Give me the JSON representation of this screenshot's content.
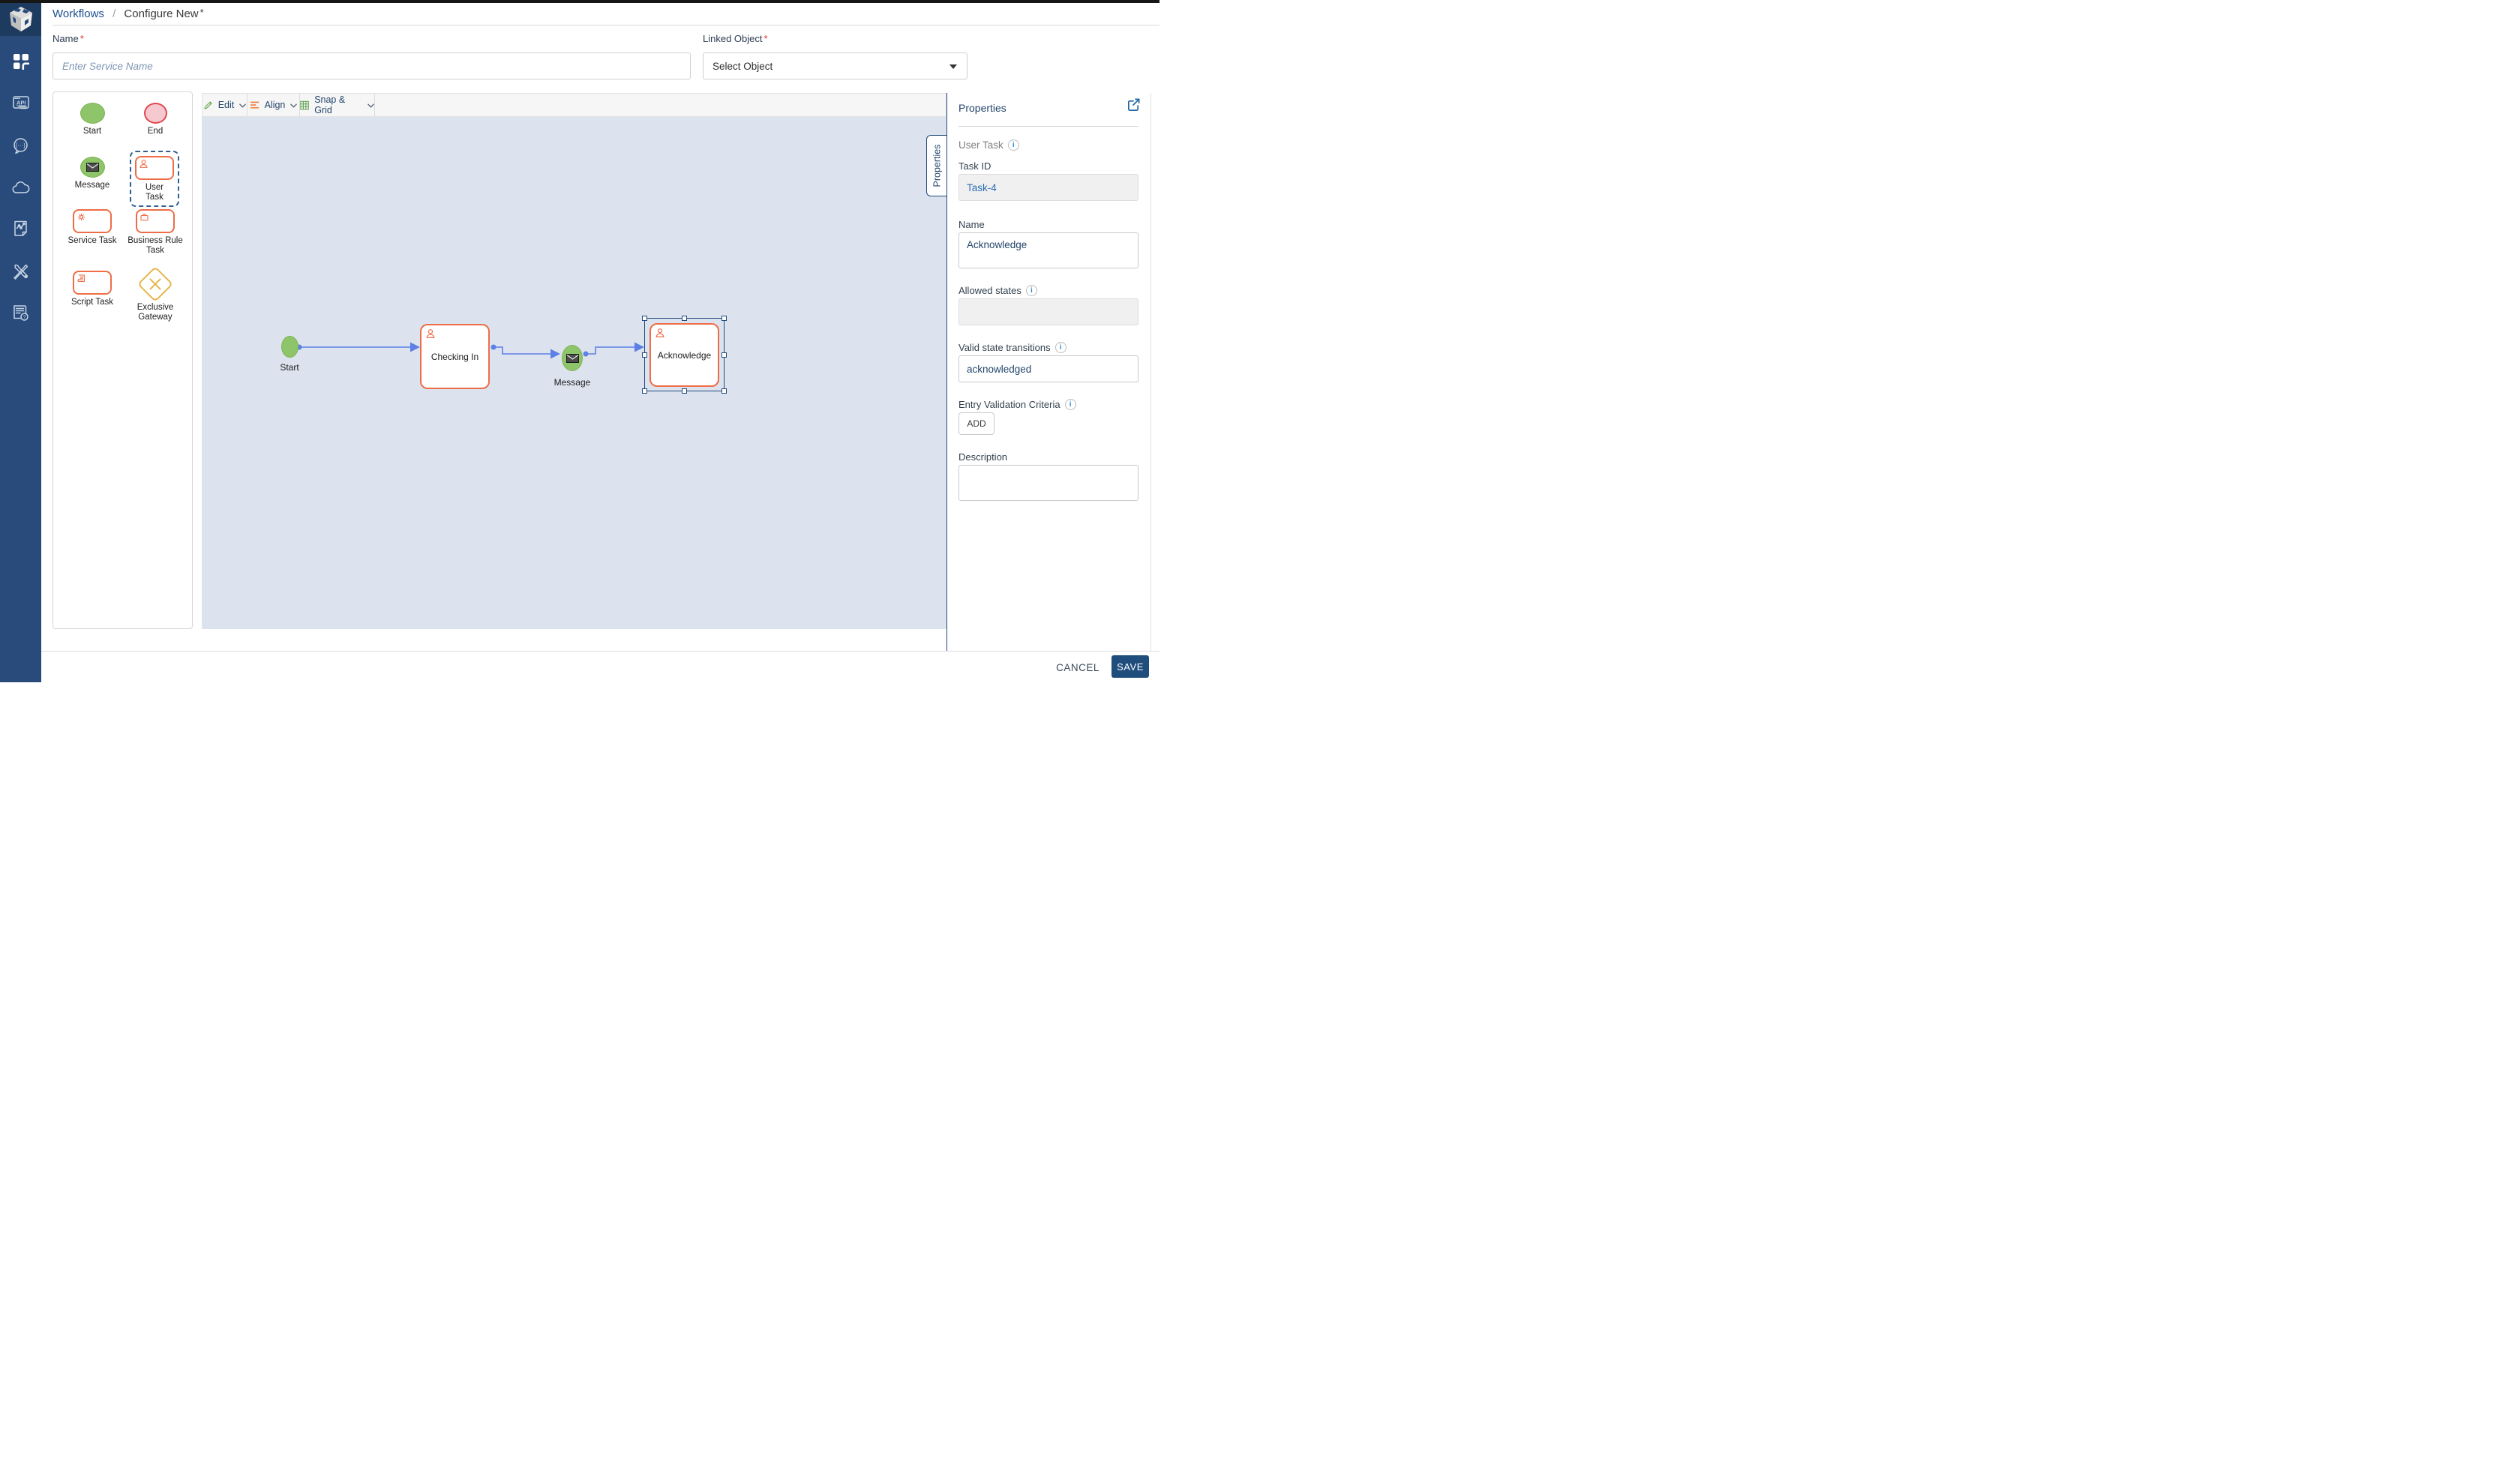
{
  "colors": {
    "sidebar_bg": "#284b7c",
    "sidebar_logo_bg": "#1d3a5f",
    "accent_orange": "#ee6d47",
    "node_green": "#8ec46a",
    "end_pink": "#f6c9d0",
    "end_red_border": "#e0474e",
    "gateway_yellow": "#e7b54c",
    "connector_blue": "#5c80e6",
    "selection_navy": "#1f4a7a",
    "link_blue": "#1d4f8c",
    "canvas_bg": "#dde3ee",
    "save_bg": "#1f4d7c",
    "task_id_text": "#2c6cb5"
  },
  "sidebar": {
    "logo_icon": "cube-globe-logo",
    "items": [
      {
        "icon": "dashboard-grid-icon"
      },
      {
        "icon": "api-icon"
      },
      {
        "icon": "chat-code-icon"
      },
      {
        "icon": "cloud-icon"
      },
      {
        "icon": "report-chart-icon"
      },
      {
        "icon": "tools-icon"
      },
      {
        "icon": "faq-list-icon"
      }
    ]
  },
  "breadcrumb": {
    "section": "Workflows",
    "separator": "/",
    "page": "Configure New",
    "unsaved_marker": "*"
  },
  "form": {
    "name_label": "Name",
    "required_marker": "*",
    "name_placeholder": "Enter Service Name",
    "name_value": "",
    "linked_object_label": "Linked Object",
    "linked_object_value": "Select Object"
  },
  "palette": {
    "items": [
      {
        "type": "start",
        "label": "Start"
      },
      {
        "type": "end",
        "label": "End"
      },
      {
        "type": "message",
        "label": "Message"
      },
      {
        "type": "user-task",
        "label": "User Task",
        "selected": true
      },
      {
        "type": "service-task",
        "label": "Service Task"
      },
      {
        "type": "business-rule-task",
        "label": "Business Rule Task"
      },
      {
        "type": "script-task",
        "label": "Script Task"
      },
      {
        "type": "exclusive-gateway",
        "label": "Exclusive Gateway"
      }
    ]
  },
  "canvas_toolbar": {
    "edit_label": "Edit",
    "align_label": "Align",
    "snap_grid_label": "Snap & Grid"
  },
  "diagram": {
    "nodes": [
      {
        "type": "start",
        "label": "Start"
      },
      {
        "type": "user-task",
        "label": "Checking In"
      },
      {
        "type": "message",
        "label": "Message"
      },
      {
        "type": "user-task",
        "label": "Acknowledge",
        "selected": true
      }
    ]
  },
  "properties": {
    "tab_label": "Properties",
    "title": "Properties",
    "element_type": "User Task",
    "task_id_label": "Task ID",
    "task_id_value": "Task-4",
    "name_label": "Name",
    "name_value": "Acknowledge",
    "allowed_states_label": "Allowed states",
    "allowed_states_value": "",
    "valid_transitions_label": "Valid state transitions",
    "valid_transitions_value": "acknowledged",
    "entry_validation_label": "Entry Validation Criteria",
    "add_button_label": "ADD",
    "description_label": "Description",
    "description_value": ""
  },
  "footer": {
    "cancel_label": "CANCEL",
    "save_label": "SAVE"
  }
}
